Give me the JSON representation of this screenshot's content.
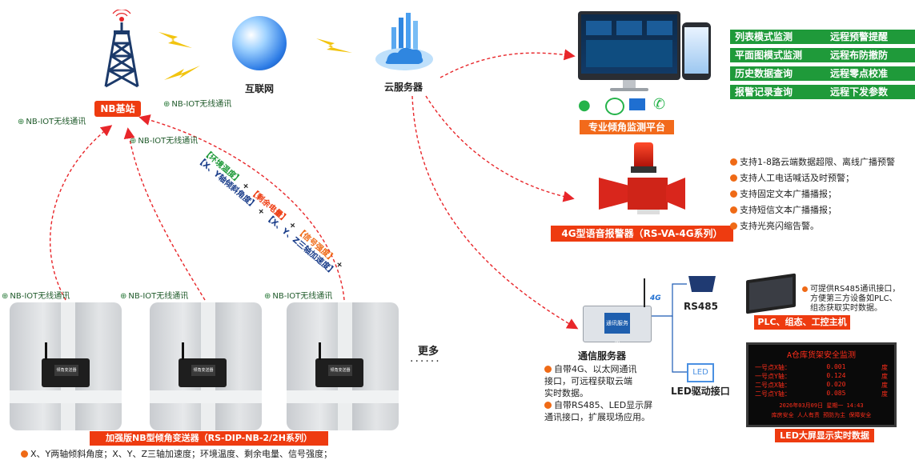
{
  "nodes": {
    "nb_station": "NB基站",
    "internet": "互联网",
    "cloud": "云服务器",
    "platform": "专业倾角监测平台",
    "alarm": "4G型语音报警器（RS-VA-4G系列）",
    "comm_server": "通信服务器",
    "rs485": "RS485",
    "led_driver": "LED驱动接口",
    "plc": "PLC、组态、工控主机",
    "led_screen_label": "LED大屏显示实时数据",
    "sensor": "加强版NB型倾角变送器（RS-DIP-NB-2/2H系列）",
    "more": "更多"
  },
  "wireless": {
    "w1": "NB-IOT无线通讯",
    "w2": "NB-IOT无线通讯",
    "w3": "NB-IOT无线通讯",
    "w4": "NB-IOT无线通讯",
    "w5": "NB-IOT无线通讯",
    "w6": "NB-IOT无线通讯"
  },
  "data_labels": {
    "l1a": "【环境温度】",
    "l1b": "【X、Y轴倾斜角度】",
    "plus1": "+",
    "plus2": "+",
    "plus3": "+",
    "plus4": "+",
    "l2a": "【剩余电量】",
    "l2b": "【X、Y、Z三轴加速度】",
    "l3": "【信号强度】"
  },
  "platform_features": [
    "列表模式监测",
    "远程预警提醒",
    "平面图模式监测",
    "远程布防撤防",
    "历史数据查询",
    "远程零点校准",
    "报警记录查询",
    "远程下发参数"
  ],
  "alarm_features": [
    "支持1-8路云端数据超限、离线广播预警",
    "支持人工电话喊话及时预警；",
    "支持固定文本广播播报；",
    "支持短信文本广播播报；",
    "支持光亮闪缩告警。"
  ],
  "comm_features": [
    "自带4G、以太网通讯",
    "接口，可远程获取云端",
    "实时数据。",
    "自带RS485、LED显示屏",
    "通讯接口，扩展现场应用。"
  ],
  "plc_desc": [
    "可提供RS485通讯接口，",
    "方便第三方设备如PLC、",
    "组态获取实时数据。"
  ],
  "led_screen": {
    "title": "A仓库货架安全监测",
    "rows": [
      {
        "name": "一号点X轴：",
        "value": "0.001",
        "unit": "度"
      },
      {
        "name": "一号点Y轴：",
        "value": "0.124",
        "unit": "度"
      },
      {
        "name": "二号点X轴：",
        "value": "0.020",
        "unit": "度"
      },
      {
        "name": "二号点Y轴：",
        "value": "0.085",
        "unit": "度"
      }
    ],
    "date": "2026年03月09日 星期一 14:43",
    "slogan": "库房安全 人人有责 预防为主 保障安全"
  },
  "sensor_features": "X、Y两轴倾斜角度；X、Y、Z三轴加速度；环境温度、剩余电量、信号强度；",
  "sensor_device_label": "倾角变送器",
  "comm_device_label": "通讯服务器",
  "led_icon_text": "LED",
  "signal_4g": "4G",
  "colors": {
    "red": "#ee3b10",
    "orange": "#f26a1b",
    "green": "#1f9a3a",
    "arrow": "#e8262a",
    "led_text": "#ff2d1a"
  }
}
